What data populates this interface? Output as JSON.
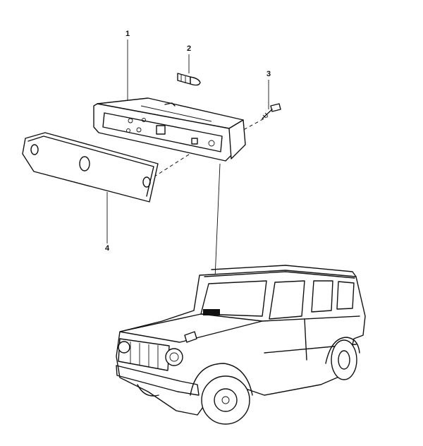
{
  "callouts": [
    {
      "id": "1",
      "label": "1"
    },
    {
      "id": "2",
      "label": "2"
    },
    {
      "id": "3",
      "label": "3"
    },
    {
      "id": "4",
      "label": "4"
    }
  ],
  "parts": [
    {
      "callout": "1",
      "icon": "lamp-housing-icon"
    },
    {
      "callout": "2",
      "icon": "bulb-icon"
    },
    {
      "callout": "3",
      "icon": "screw-icon"
    },
    {
      "callout": "4",
      "icon": "lens-cover-icon"
    }
  ],
  "vehicle": {
    "icon": "suv-vehicle-icon"
  },
  "colors": {
    "line": "#111111",
    "background": "#ffffff"
  }
}
